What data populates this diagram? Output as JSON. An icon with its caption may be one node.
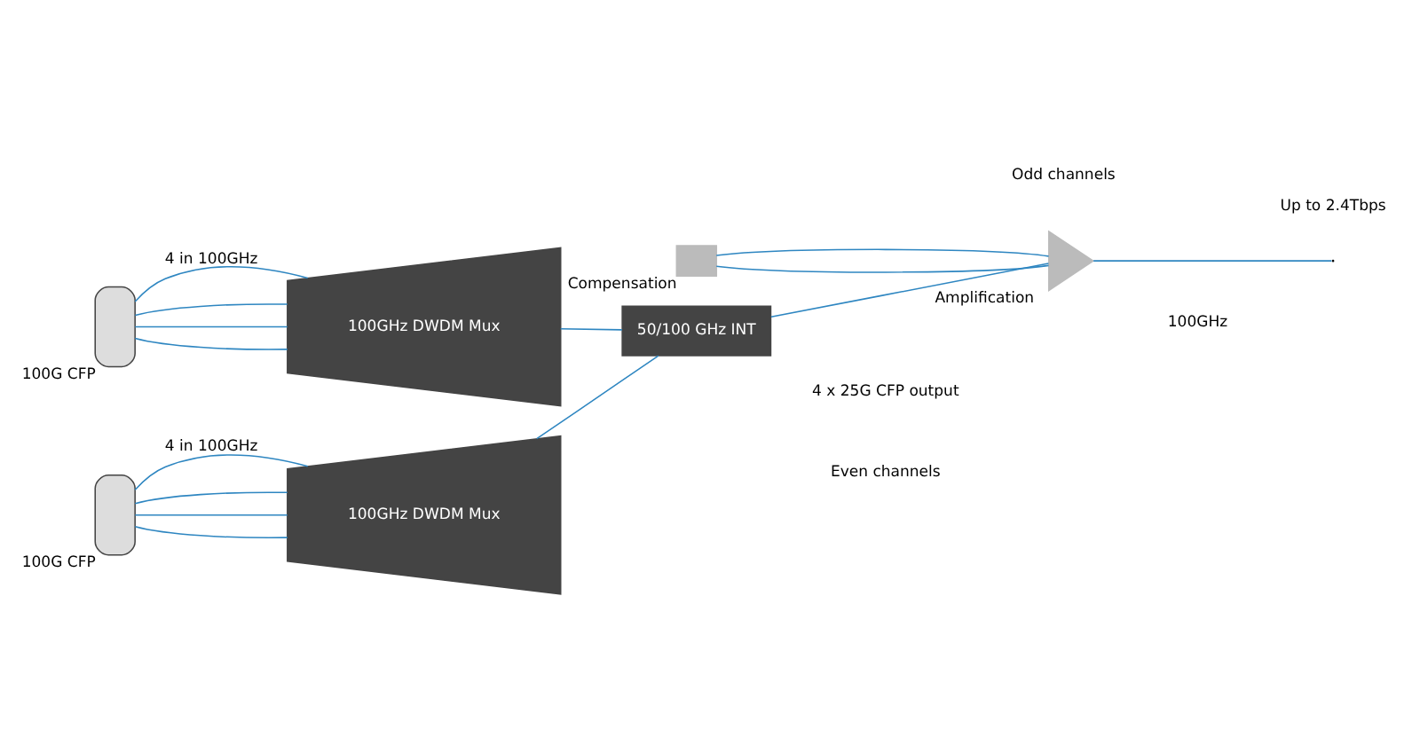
{
  "diagram": {
    "nodes": [
      {
        "text": [],
        "shape": "box",
        "beside": [
          "100G CFP"
        ]
      },
      {
        "text": [
          "100GHz DWDM Mux"
        ]
      },
      {
        "text": [],
        "shape": "box",
        "beside": [
          "100G CFP"
        ]
      },
      {
        "text": [
          "100GHz DWDM Mux"
        ]
      },
      {
        "text": [
          "50/100 GHz INT"
        ]
      },
      {
        "text": [],
        "shape": "triangle",
        "beside": [
          "Amplification"
        ]
      },
      {
        "text": [],
        "shape": "box",
        "beside": [
          "Compensation"
        ]
      }
    ],
    "edges": [
      {
        "from": 0,
        "to": 1,
        "arrow": "none",
        "label": "4 in 100GHz"
      },
      {
        "from": 0,
        "to": 1,
        "arrow": "none"
      },
      {
        "from": 0,
        "to": 1,
        "arrow": "none"
      },
      {
        "from": 0,
        "to": 1,
        "arrow": "none"
      },
      {
        "from": 2,
        "to": 3,
        "arrow": "none",
        "label": "4 in 100GHz"
      },
      {
        "from": 2,
        "to": 3,
        "arrow": "none"
      },
      {
        "from": 2,
        "to": 3,
        "arrow": "none"
      },
      {
        "from": 2,
        "to": 3,
        "arrow": "none"
      },
      {
        "from": 1,
        "to": 4,
        "arrow": "none"
      },
      {
        "from": 3,
        "to": 4,
        "arrow": "none"
      },
      {
        "from": 4,
        "to": 5,
        "arrow": "none"
      },
      {
        "from": 6,
        "to": 5,
        "arrow": "none"
      },
      {
        "from": 6,
        "to": 5,
        "arrow": "none"
      },
      {
        "from": 5,
        "to": null,
        "arrow": "none"
      }
    ],
    "labels": [
      "Odd channels",
      "Up to 2.4Tbps",
      "Even channels",
      "100GHz",
      "4 x 25G CFP output"
    ]
  }
}
